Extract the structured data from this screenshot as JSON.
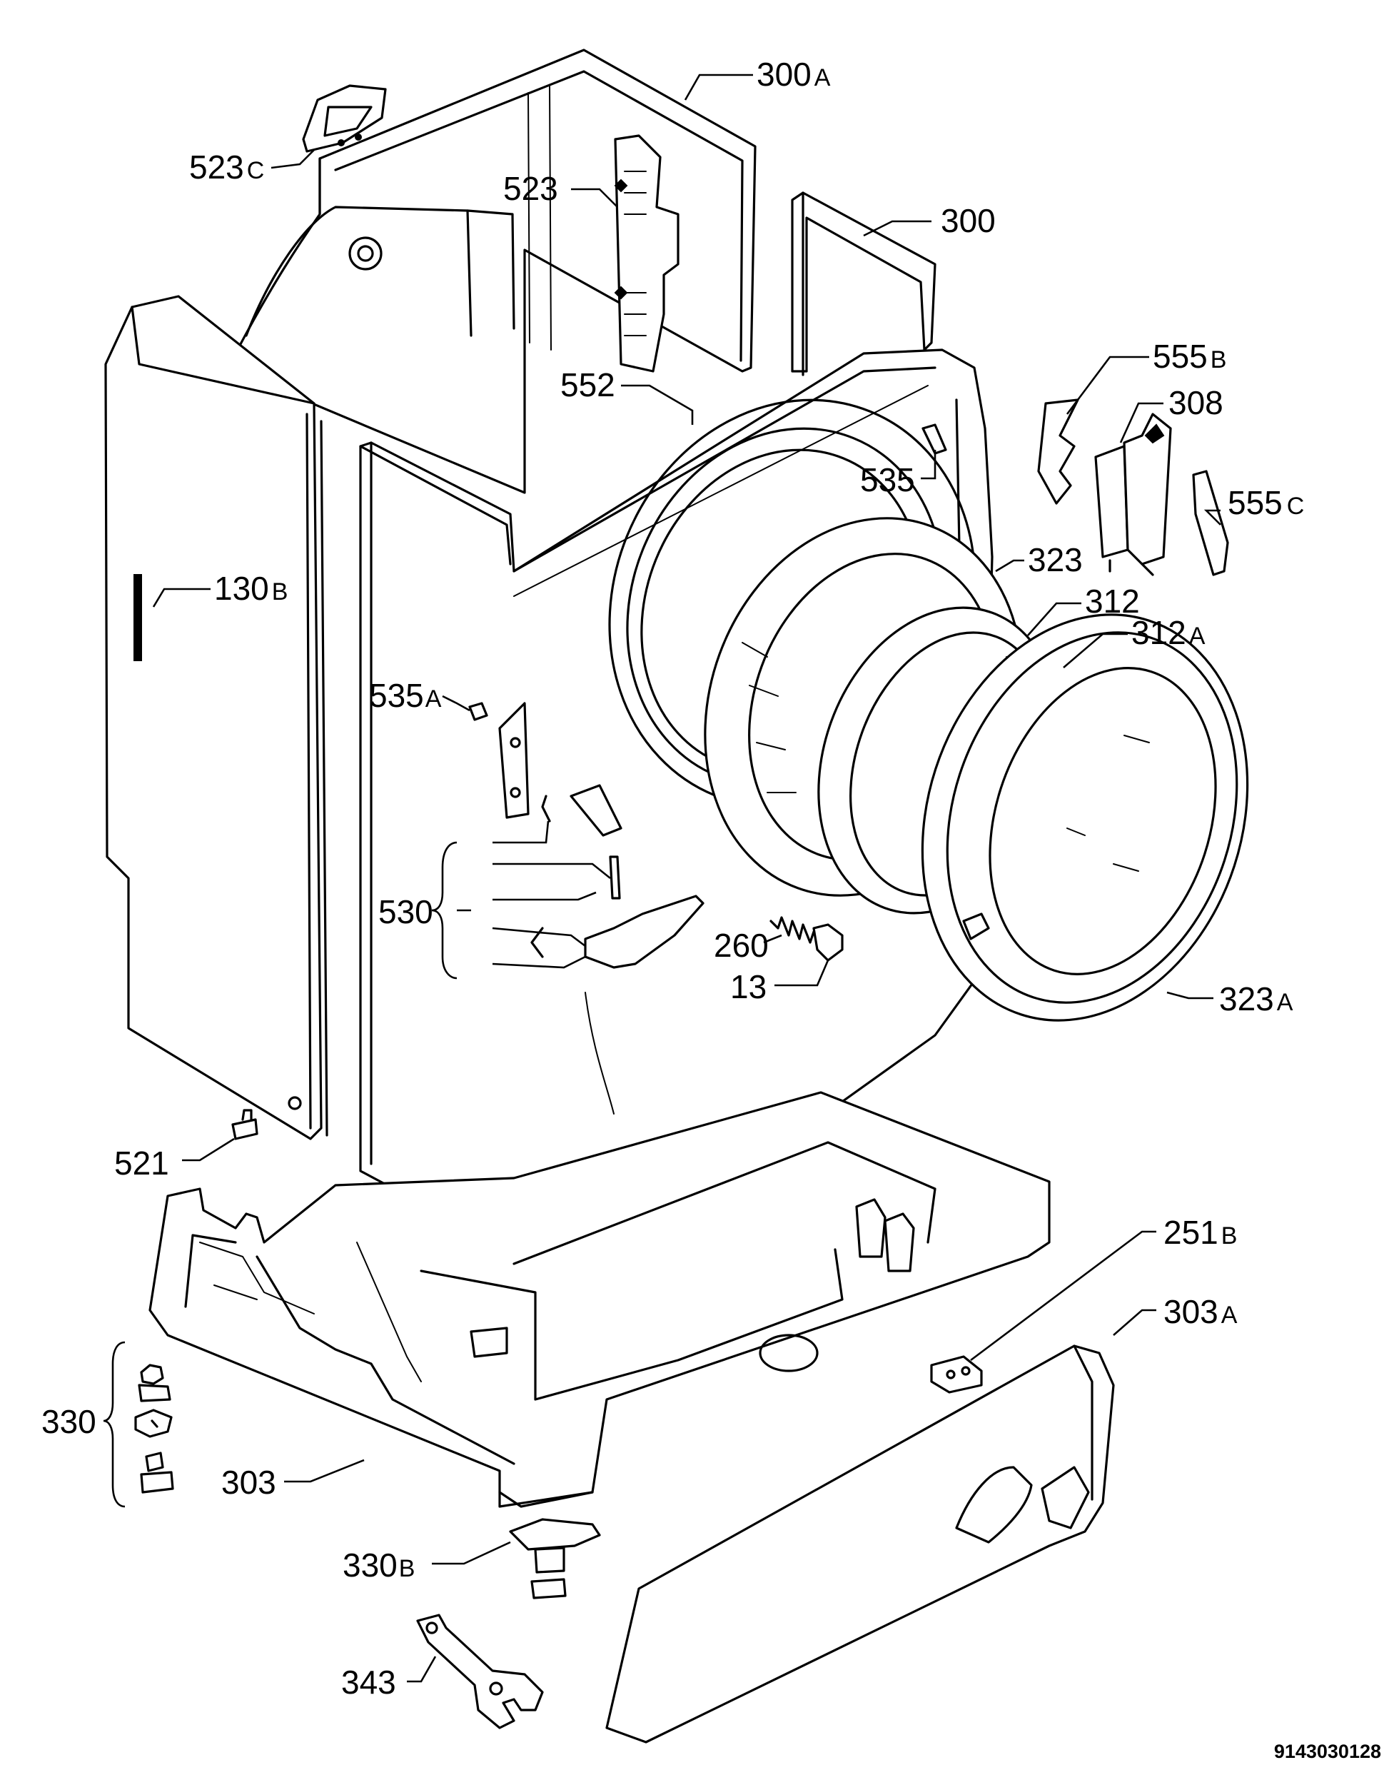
{
  "parts": [
    {
      "num": "300",
      "suffix": "A"
    },
    {
      "num": "523",
      "suffix": "C"
    },
    {
      "num": "523",
      "suffix": ""
    },
    {
      "num": "300",
      "suffix": ""
    },
    {
      "num": "555",
      "suffix": "B"
    },
    {
      "num": "552",
      "suffix": ""
    },
    {
      "num": "308",
      "suffix": ""
    },
    {
      "num": "535",
      "suffix": ""
    },
    {
      "num": "555",
      "suffix": "C"
    },
    {
      "num": "130",
      "suffix": "B"
    },
    {
      "num": "323",
      "suffix": ""
    },
    {
      "num": "312",
      "suffix": ""
    },
    {
      "num": "312",
      "suffix": "A"
    },
    {
      "num": "535",
      "suffix": "A"
    },
    {
      "num": "530",
      "suffix": ""
    },
    {
      "num": "260",
      "suffix": ""
    },
    {
      "num": "13",
      "suffix": ""
    },
    {
      "num": "323",
      "suffix": "A"
    },
    {
      "num": "521",
      "suffix": ""
    },
    {
      "num": "251",
      "suffix": "B"
    },
    {
      "num": "303",
      "suffix": "A"
    },
    {
      "num": "330",
      "suffix": ""
    },
    {
      "num": "303",
      "suffix": ""
    },
    {
      "num": "330",
      "suffix": "B"
    },
    {
      "num": "343",
      "suffix": ""
    }
  ],
  "drawing_code": "9143030128"
}
